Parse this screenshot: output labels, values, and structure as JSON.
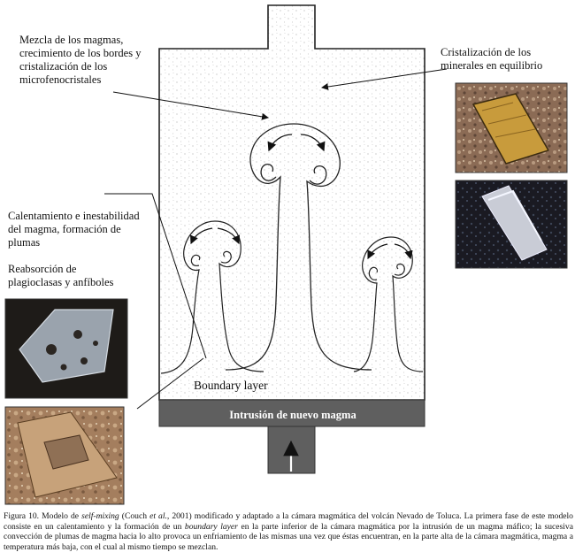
{
  "labels": {
    "mixing": "Mezcla de los magmas, crecimiento de los bordes y cristalización de los microfenocristales",
    "crystallization": "Cristalización de los minerales en equilibrio",
    "heating": "Calentamiento e inestabilidad del magma, formación de plumas",
    "resorption": "Reabsorción de plagioclasas y anfíboles",
    "boundary_layer": "Boundary layer",
    "intrusion": "Intrusión de nuevo magma"
  },
  "caption": {
    "figure": "Figura 10. Modelo de ",
    "term1": "self-mixing",
    "part2": " (Couch ",
    "etal": "et al.",
    "part3": ", 2001) modificado y adaptado a la cámara magmática del volcán Nevado de Toluca. La primera fase de este modelo consiste en un calentamiento y la formación de un ",
    "term2": "boundary layer",
    "part4": " en la parte inferior de la cámara magmática por la intrusión de un magma máfico; la sucesiva convección de plumas de magma hacia lo alto provoca un enfriamiento de las mismas una vez que éstas encuentran, en la parte alta de la cámara magmática, magma a temperatura más baja, con el cual al mismo tiempo se mezclan."
  },
  "colors": {
    "intrusion_fill": "#5f5f5f",
    "chamber_fill": "#ffffff",
    "outline": "#222222"
  }
}
